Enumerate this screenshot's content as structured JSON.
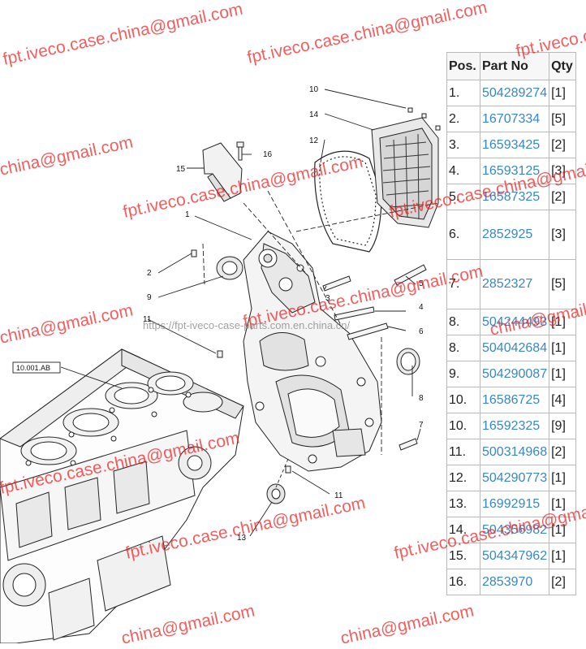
{
  "diagram": {
    "callouts": {
      "c1": "1",
      "c2": "2",
      "c3": "3",
      "c4": "4",
      "c5": "5",
      "c6": "6",
      "c7": "7",
      "c8": "8",
      "c9": "9",
      "c10": "10",
      "c11a": "11",
      "c11b": "11",
      "c12": "12",
      "c13": "13",
      "c14": "14",
      "c15": "15",
      "c16": "16"
    },
    "reference_box": "10.001.AB"
  },
  "table": {
    "headers": {
      "pos": "Pos.",
      "part_no": "Part No",
      "qty": "Qty"
    },
    "rows": [
      {
        "pos": "1.",
        "part_no": "504289274",
        "qty": "[1]"
      },
      {
        "pos": "2.",
        "part_no": "16707334",
        "qty": "[5]"
      },
      {
        "pos": "3.",
        "part_no": "16593425",
        "qty": "[2]"
      },
      {
        "pos": "4.",
        "part_no": "16593125",
        "qty": "[3]"
      },
      {
        "pos": "5.",
        "part_no": "16587325",
        "qty": "[2]"
      },
      {
        "pos": "6.",
        "part_no": "2852925",
        "qty": "[3]"
      },
      {
        "pos": "7.",
        "part_no": "2852327",
        "qty": "[5]"
      },
      {
        "pos": "8.",
        "part_no": "504244493",
        "qty": "[1]"
      },
      {
        "pos": "8.",
        "part_no": "504042684",
        "qty": "[1]"
      },
      {
        "pos": "9.",
        "part_no": "504290087",
        "qty": "[1]"
      },
      {
        "pos": "10.",
        "part_no": "16586725",
        "qty": "[4]"
      },
      {
        "pos": "10.",
        "part_no": "16592325",
        "qty": "[9]"
      },
      {
        "pos": "11.",
        "part_no": "500314968",
        "qty": "[2]"
      },
      {
        "pos": "12.",
        "part_no": "504290773",
        "qty": "[1]"
      },
      {
        "pos": "13.",
        "part_no": "16992915",
        "qty": "[1]"
      },
      {
        "pos": "14.",
        "part_no": "504356982",
        "qty": "[1]"
      },
      {
        "pos": "15.",
        "part_no": "504347962",
        "qty": "[1]"
      },
      {
        "pos": "16.",
        "part_no": "2853970",
        "qty": "[2]"
      }
    ]
  },
  "watermarks": {
    "w1": "fpt.iveco.case.china@gmail.com",
    "w2": "fpt.iveco.case.china@gmail.com",
    "w3": "fpt.iveco.case.china@gmail.com",
    "w4": "china@gmail.com",
    "w5": "china@gmail.com",
    "w6": "fpt.iveco.case.china@gmail.com",
    "w7": "fpt.iveco.case.china@gmail.com",
    "w8": "fpt.iveco.case.china@gmail.com",
    "w9": "china@gmail.com",
    "w10": "fpt.iveco.case.china@gmail.com",
    "w11": "china@gmail.com",
    "w12": "china@gmail.com",
    "w13": "fpt.iveco.case.china@gmail.com",
    "w14": "fpt.iveco.case.china@gmail.com",
    "url": "https://fpt-iveco-case-parts.com.en.china.cn/"
  }
}
